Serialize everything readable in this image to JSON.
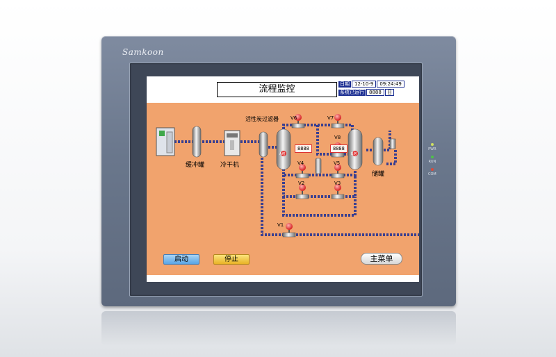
{
  "device": {
    "brand": "Samkoon",
    "leds": [
      {
        "label": "PWR",
        "color": "#cfe060"
      },
      {
        "label": "RUN",
        "color": "#4ec24a"
      },
      {
        "label": "COM",
        "color": "#d94a3a"
      }
    ]
  },
  "screen": {
    "title": "流程监控",
    "info": {
      "date_label": "日期",
      "date_value": "12-10-9",
      "time_value": "09:24:49",
      "runtime_label": "系统已运行",
      "runtime_value": "8888",
      "runtime_unit": "日"
    },
    "equipment_labels": {
      "buffer_tank": "缓冲罐",
      "dryer": "冷干机",
      "carbon_filter": "活性炭过滤器",
      "storage_tank": "储罐"
    },
    "valves": [
      "V1",
      "V2",
      "V3",
      "V4",
      "V5",
      "V6",
      "V7",
      "V8"
    ],
    "tower_labels": {
      "a": "A塔",
      "b": "B塔"
    },
    "displays": {
      "a": "8888",
      "b": "8888"
    },
    "buttons": {
      "start": "启动",
      "stop": "停止",
      "menu": "主菜单"
    }
  }
}
